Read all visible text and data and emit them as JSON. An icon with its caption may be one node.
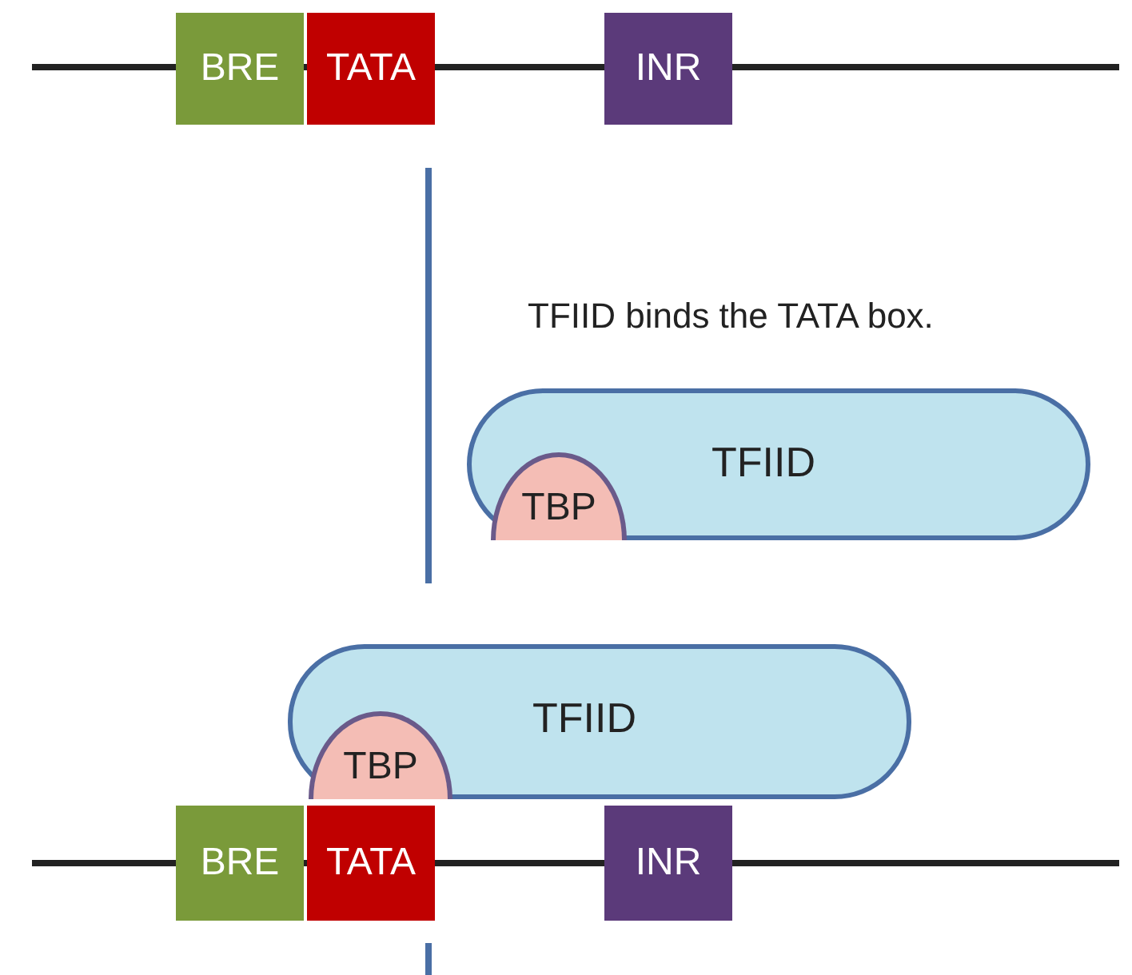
{
  "diagram": {
    "nodes": [
      {
        "text": [
          "BRE"
        ]
      },
      {
        "text": [
          "TATA"
        ]
      },
      {
        "text": [
          "INR"
        ]
      },
      {
        "text": [
          "TFIID"
        ]
      },
      {
        "text": [
          "TBP"
        ],
        "in": 3
      },
      {
        "text": [
          "TFIID"
        ]
      },
      {
        "text": [
          "TBP"
        ],
        "in": 5
      },
      {
        "text": [
          "BRE"
        ]
      },
      {
        "text": [
          "TATA"
        ]
      },
      {
        "text": [
          "INR"
        ]
      }
    ],
    "labels": [
      "TFIID binds the TATA box."
    ]
  }
}
